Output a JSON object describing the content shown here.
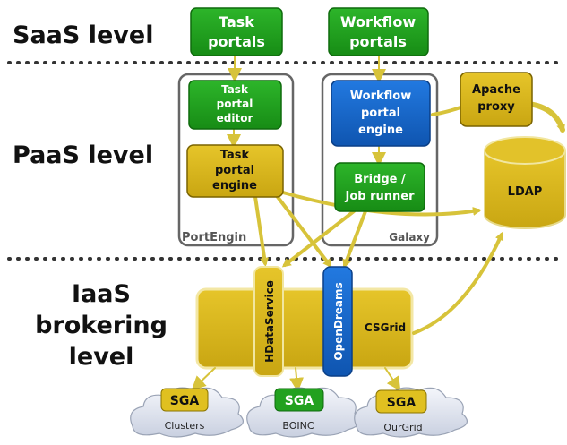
{
  "levels": {
    "saas": "SaaS level",
    "paas": "PaaS level",
    "iaas_line1": "IaaS",
    "iaas_line2": "brokering",
    "iaas_line3": "level"
  },
  "boxes": {
    "task_portals": [
      "Task",
      "portals"
    ],
    "workflow_portals": [
      "Workflow",
      "portals"
    ],
    "task_portal_editor": [
      "Task",
      "portal",
      "editor"
    ],
    "task_portal_engine": [
      "Task",
      "portal",
      "engine"
    ],
    "workflow_portal_engine": [
      "Workflow",
      "portal",
      "engine"
    ],
    "bridge_job_runner": [
      "Bridge /",
      "Job runner"
    ],
    "apache_proxy": [
      "Apache",
      "proxy"
    ],
    "ldap": "LDAP"
  },
  "groups": {
    "portengin": "PortEngin",
    "galaxy": "Galaxy"
  },
  "iaas": {
    "hdataservice": "HDataService",
    "opendreams": "OpenDreams",
    "csgrid": "CSGrid"
  },
  "clouds": [
    {
      "sga": "SGA",
      "name": "Clusters",
      "color": "#e0c020"
    },
    {
      "sga": "SGA",
      "name": "BOINC",
      "color": "#22a11f"
    },
    {
      "sga": "SGA",
      "name": "OurGrid",
      "color": "#e0c020"
    }
  ],
  "colors": {
    "green": "#22a11f",
    "yellow": "#d9b71a",
    "blue": "#1565c8",
    "arrow": "#d7c33a"
  }
}
